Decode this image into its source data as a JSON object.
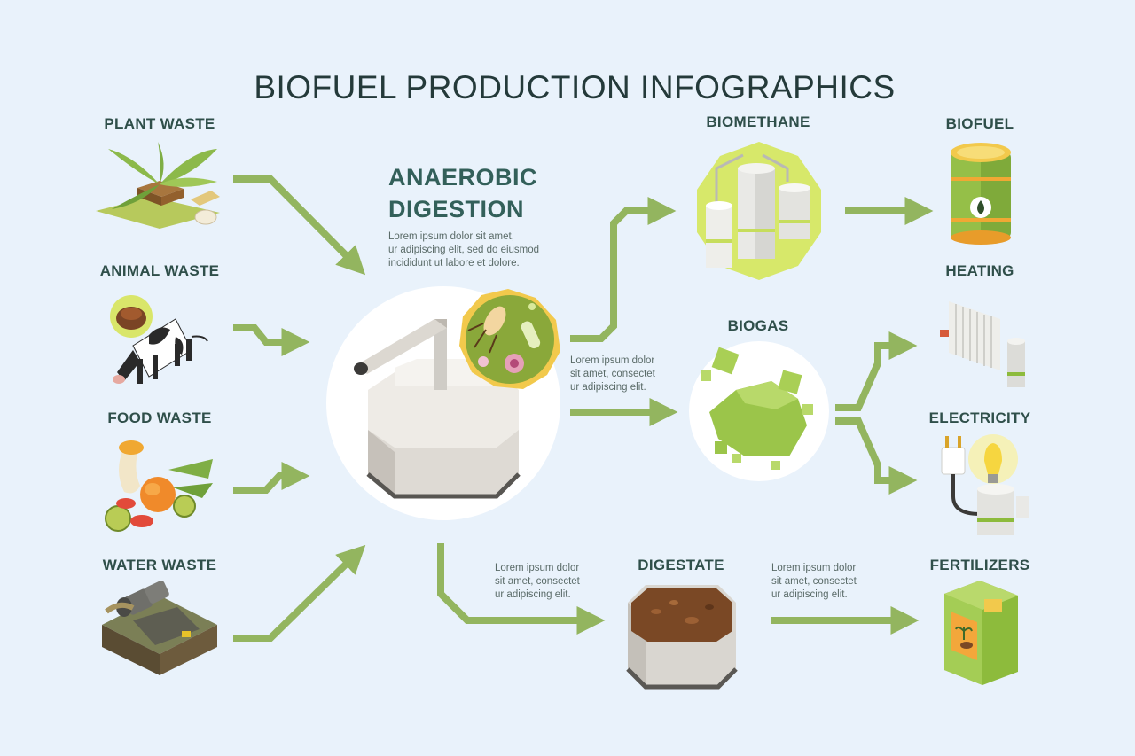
{
  "title": "BIOFUEL PRODUCTION INFOGRAPHICS",
  "sources": [
    {
      "label": "PLANT WASTE"
    },
    {
      "label": "ANIMAL WASTE"
    },
    {
      "label": "FOOD WASTE"
    },
    {
      "label": "WATER WASTE"
    }
  ],
  "center": {
    "heading_line1": "ANAEROBIC",
    "heading_line2": "DIGESTION",
    "description": [
      "Lorem ipsum dolor sit amet,",
      "ur adipiscing elit, sed do eiusmod",
      "incididunt ut labore et dolore."
    ]
  },
  "middle": {
    "biomethane": "BIOMETHANE",
    "biogas": "BIOGAS",
    "digestate": "DIGESTATE",
    "biogas_note": [
      "Lorem ipsum dolor",
      "sit amet, consectet",
      "ur adipiscing elit."
    ],
    "digestate_note": [
      "Lorem ipsum dolor",
      "sit amet, consectet",
      "ur adipiscing elit."
    ],
    "fertilizer_note": [
      "Lorem ipsum dolor",
      "sit amet, consectet",
      "ur adipiscing elit."
    ]
  },
  "outputs": [
    {
      "label": "BIOFUEL"
    },
    {
      "label": "HEATING"
    },
    {
      "label": "ELECTRICITY"
    },
    {
      "label": "FERTILIZERS"
    }
  ],
  "colors": {
    "background": "#e9f2fb",
    "arrow": "#93b55f",
    "text_dark": "#2f4f4a",
    "accent_green": "#8dbb3c"
  }
}
